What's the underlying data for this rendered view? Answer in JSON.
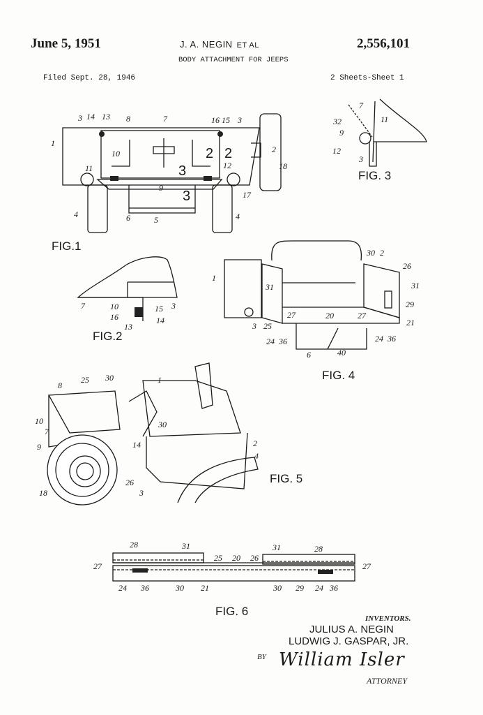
{
  "header": {
    "date": "June 5, 1951",
    "inventor_short": "J. A. NEGIN",
    "et_al": "ET AL",
    "patent_number": "2,556,101",
    "title": "BODY ATTACHMENT FOR JEEPS",
    "filed": "Filed Sept. 28, 1946",
    "sheets": "2 Sheets-Sheet 1"
  },
  "figures": {
    "fig1": {
      "label": "FIG.1",
      "refs": [
        "1",
        "2",
        "3",
        "3",
        "4",
        "4",
        "5",
        "6",
        "7",
        "8",
        "9",
        "10",
        "11",
        "12",
        "13",
        "14",
        "15",
        "16",
        "17",
        "18"
      ],
      "section_marks": [
        "2",
        "2",
        "3",
        "3"
      ]
    },
    "fig2": {
      "label": "FIG.2",
      "refs": [
        "7",
        "10",
        "15",
        "16",
        "14",
        "13",
        "3"
      ]
    },
    "fig3": {
      "label": "FIG. 3",
      "refs": [
        "7",
        "32",
        "11",
        "9",
        "12",
        "3"
      ]
    },
    "fig4": {
      "label": "FIG. 4",
      "refs": [
        "1",
        "30",
        "2",
        "26",
        "31",
        "31",
        "29",
        "3",
        "25",
        "27",
        "20",
        "27",
        "21",
        "24",
        "36",
        "24",
        "36",
        "6",
        "40"
      ]
    },
    "fig5": {
      "label": "FIG. 5",
      "refs": [
        "8",
        "25",
        "30",
        "1",
        "10",
        "7",
        "9",
        "30",
        "14",
        "2",
        "4",
        "18",
        "26",
        "3"
      ]
    },
    "fig6": {
      "label": "FIG. 6",
      "refs": [
        "28",
        "31",
        "31",
        "28",
        "27",
        "25",
        "20",
        "26",
        "27",
        "24",
        "36",
        "30",
        "21",
        "30",
        "29",
        "24",
        "36"
      ]
    }
  },
  "signature": {
    "inventors_label": "INVENTORS.",
    "inventor1": "JULIUS A. NEGIN",
    "inventor2": "LUDWIG J. GASPAR, JR.",
    "by": "BY",
    "attorney_signature": "William Isler",
    "attorney_label": "ATTORNEY"
  }
}
